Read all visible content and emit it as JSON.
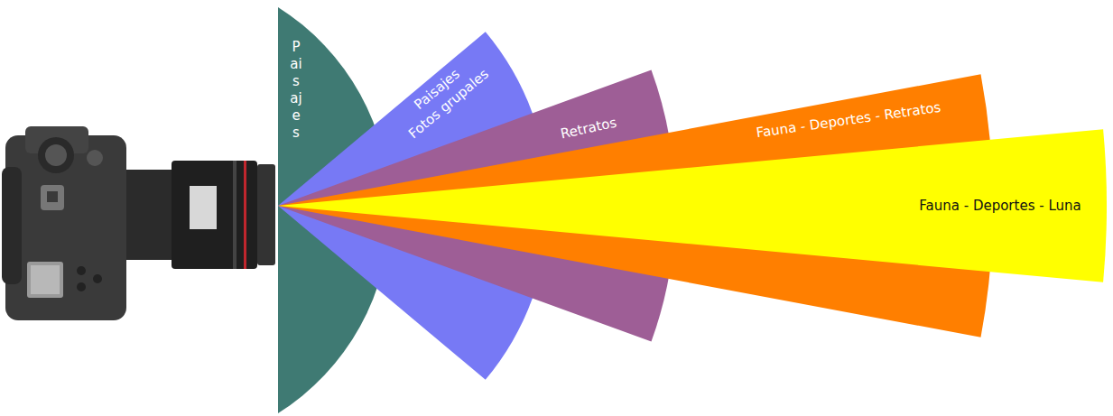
{
  "diagram": {
    "nodes": [
      {
        "text": [
          "Paisajes"
        ]
      },
      {
        "text": [
          "Paisajes",
          "Fotos grupales"
        ]
      },
      {
        "text": [
          "Retratos"
        ]
      },
      {
        "text": [
          "Fauna - Deportes - Retratos"
        ]
      },
      {
        "text": [
          "Fauna - Deportes - Luna"
        ]
      }
    ]
  }
}
